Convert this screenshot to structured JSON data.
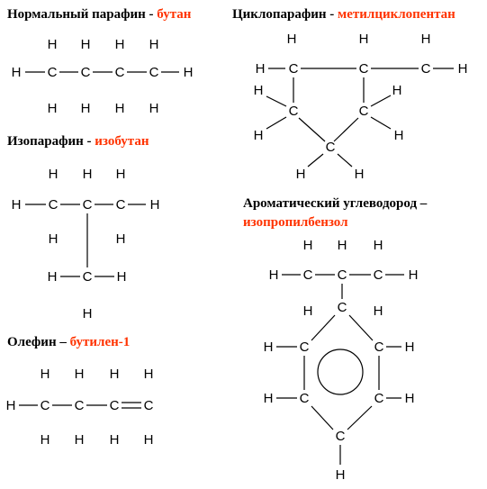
{
  "titles": {
    "normal": {
      "prefix": "Нормальный парафин - ",
      "name": "бутан"
    },
    "cyclo": {
      "prefix": "Циклопарафин - ",
      "name": "метилциклопентан"
    },
    "iso": {
      "prefix": "Изопарафин - ",
      "name": "изобутан"
    },
    "aromatic": {
      "line1": "Ароматический углеводород –",
      "name": "изопропилбензол"
    },
    "olefin": {
      "prefix": "Олефин – ",
      "name": "бутилен-1"
    }
  },
  "atoms": {
    "carbon": "C",
    "hydrogen": "H"
  },
  "colors": {
    "highlight": "#ff3300",
    "text": "#000000"
  }
}
